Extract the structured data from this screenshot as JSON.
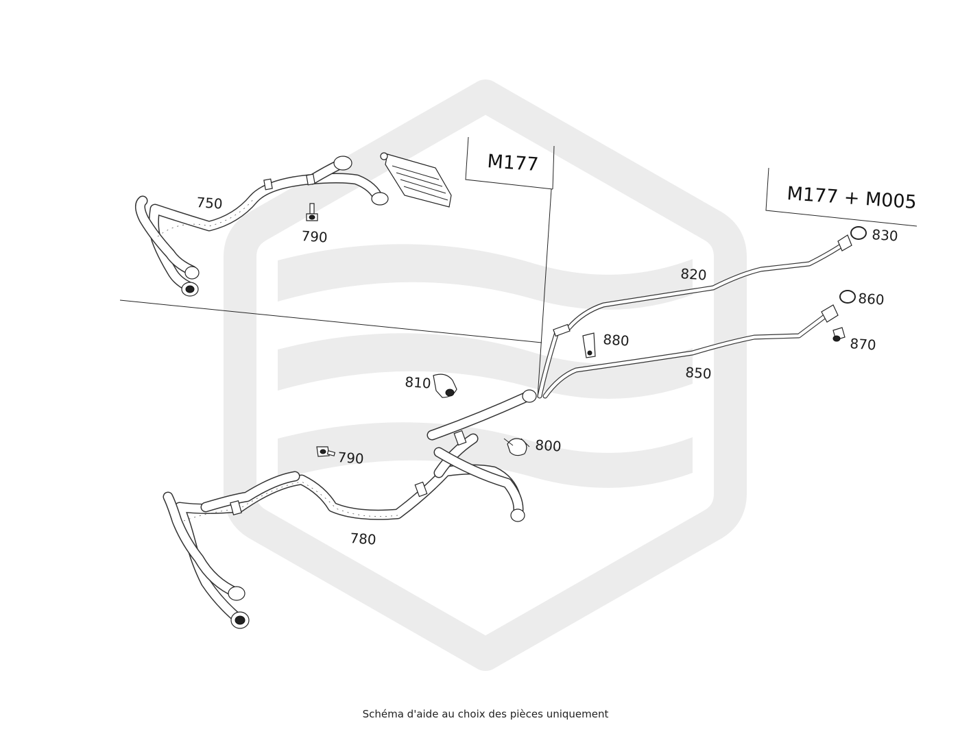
{
  "callouts": {
    "c750": "750",
    "c790a": "790",
    "c790b": "790",
    "c780": "780",
    "c800": "800",
    "c810": "810",
    "c820": "820",
    "c830": "830",
    "c850": "850",
    "c860": "860",
    "c870": "870",
    "c880": "880"
  },
  "groups": {
    "m177": "M177",
    "m177_m005": "M177 + M005"
  },
  "caption": "Schéma d'aide au choix des pièces uniquement",
  "colors": {
    "watermark": "#ececec",
    "linework": "#222222"
  }
}
